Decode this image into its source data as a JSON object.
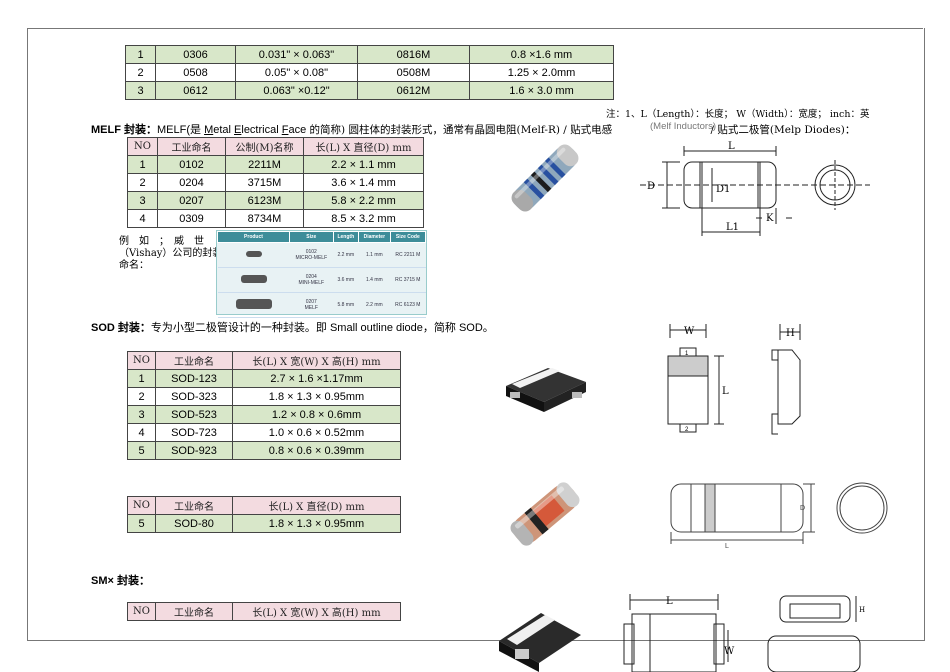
{
  "top_table": {
    "rows": [
      [
        "1",
        "0306",
        "0.031\" × 0.063\"",
        "0816M",
        "0.8 ×1.6 mm"
      ],
      [
        "2",
        "0508",
        "0.05\" × 0.08\"",
        "0508M",
        "1.25 × 2.0mm"
      ],
      [
        "3",
        "0612",
        "0.063\" ×0.12\"",
        "0612M",
        "1.6 × 3.0 mm"
      ]
    ]
  },
  "note": "注：1、L（Length）：长度； W（Width）：宽度； inch：英",
  "note_overlap": "(Melf Inductors)",
  "melf": {
    "heading": "MELF 封装：",
    "desc_pre": "MELF(是 ",
    "w1": "M",
    "w1r": "etal ",
    "w2": "E",
    "w2r": "lectrical ",
    "w3": "F",
    "w3r": "ace",
    "desc_post": " 的简称) 圆柱体的封装形式，通常有晶圆电阻(Melf-R) / 贴式电感",
    "desc_tail": " / 贴式二极管(Melp Diodes)：",
    "headers": [
      "NO",
      "工业命名",
      "公制(M)名称",
      "长(L) X 直径(D)  mm"
    ],
    "rows": [
      [
        "1",
        "0102",
        "2211M",
        "2.2 × 1.1 mm"
      ],
      [
        "2",
        "0204",
        "3715M",
        "3.6 × 1.4 mm"
      ],
      [
        "3",
        "0207",
        "6123M",
        "5.8 × 2.2 mm"
      ],
      [
        "4",
        "0309",
        "8734M",
        "8.5 × 3.2 mm"
      ]
    ],
    "example_line1": "例　如　；　威　世",
    "example_line2": "（Vishay）公司的封装",
    "example_line3": "命名：",
    "vishay": {
      "headers": [
        "Product",
        "Size",
        "Length",
        "Diameter",
        "Size Code"
      ],
      "rows": [
        [
          "0102\nMICRO-MELF",
          "2.2 mm",
          "1.1 mm",
          "RC 2211 M"
        ],
        [
          "0204\nMINI-MELF",
          "3.6 mm",
          "1.4 mm",
          "RC 3715 M"
        ],
        [
          "0207\nMELF",
          "5.8 mm",
          "2.2 mm",
          "RC 6123 M"
        ]
      ]
    },
    "dim_labels": {
      "L": "L",
      "D": "D",
      "D1": "D1",
      "L1": "L1",
      "K": "K"
    }
  },
  "sod": {
    "heading": "SOD 封装：",
    "desc": "专为小型二极管设计的一种封装。即 Small outline diode，简称 SOD。",
    "headers": [
      "NO",
      "工业命名",
      "长(L) X 宽(W)  X 高(H) mm"
    ],
    "rows": [
      [
        "1",
        "SOD-123",
        "2.7 × 1.6 ×1.17mm"
      ],
      [
        "2",
        "SOD-323",
        "1.8 × 1.3 × 0.95mm"
      ],
      [
        "3",
        "SOD-523",
        "1.2 × 0.8 × 0.6mm"
      ],
      [
        "4",
        "SOD-723",
        "1.0 × 0.6 × 0.52mm"
      ],
      [
        "5",
        "SOD-923",
        "0.8 × 0.6 × 0.39mm"
      ]
    ],
    "headers2": [
      "NO",
      "工业命名",
      "长(L) X 直径(D) mm"
    ],
    "rows2": [
      [
        "5",
        "SOD-80",
        "1.8 × 1.3 × 0.95mm"
      ]
    ],
    "dim_labels": {
      "W": "W",
      "H": "H",
      "L": "L",
      "D": "D",
      "L2": "L",
      "pin1": "1",
      "pin2": "2"
    }
  },
  "smx": {
    "heading": "SM× 封装：",
    "headers": [
      "NO",
      "工业命名",
      "长(L) X 宽(W)  X 高(H) mm"
    ],
    "dim_labels": {
      "L": "L",
      "W": "W",
      "H": "H"
    }
  }
}
